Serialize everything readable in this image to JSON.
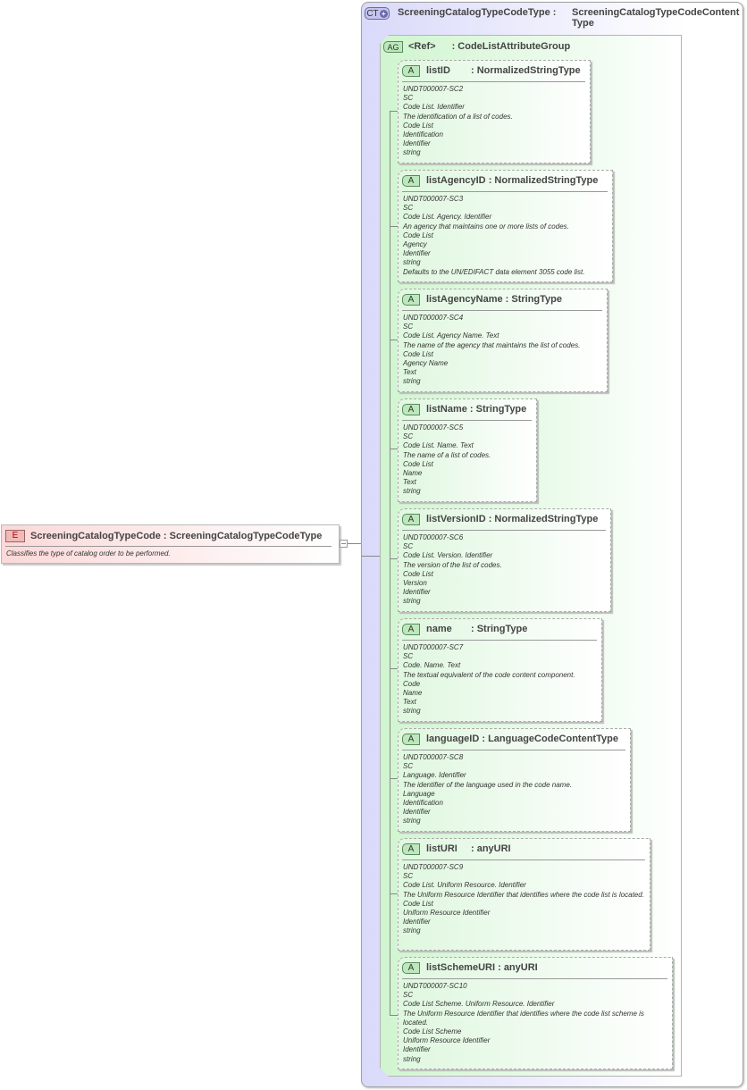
{
  "element": {
    "badge": "E",
    "name": "ScreeningCatalogTypeCode",
    "type": "ScreeningCatalogTypeCodeType",
    "title": "ScreeningCatalogTypeCode : ScreeningCatalogTypeCodeType",
    "description": "Classifies the type of catalog order to be performed."
  },
  "complex_type": {
    "badge": "CT",
    "name": "ScreeningCatalogTypeCodeType",
    "title_left": "ScreeningCatalogTypeCodeType :",
    "base_type_line1": "ScreeningCatalogTypeCodeContent",
    "base_type_line2": "Type"
  },
  "attribute_group": {
    "badge": "AG",
    "ref": "<Ref>",
    "type": ": CodeListAttributeGroup"
  },
  "attributes": [
    {
      "badge": "A",
      "name": "listID",
      "type": ": NormalizedStringType",
      "doc": [
        "UNDT000007-SC2",
        "SC",
        "Code List. Identifier",
        "The identification of a list of codes.",
        "Code List",
        "Identification",
        "Identifier",
        "string"
      ]
    },
    {
      "badge": "A",
      "name": "listAgencyID",
      "type": ": NormalizedStringType",
      "doc": [
        "UNDT000007-SC3",
        "SC",
        "Code List. Agency. Identifier",
        "An agency that maintains one or more lists of codes.",
        "Code List",
        "Agency",
        "Identifier",
        "string",
        "Defaults to the UN/EDIFACT data element 3055 code list."
      ]
    },
    {
      "badge": "A",
      "name": "listAgencyName",
      "type": ": StringType",
      "doc": [
        "UNDT000007-SC4",
        "SC",
        "Code List. Agency Name. Text",
        "The name of the agency that maintains the list of codes.",
        "Code List",
        "Agency Name",
        "Text",
        "string"
      ]
    },
    {
      "badge": "A",
      "name": "listName",
      "type": ": StringType",
      "doc": [
        "UNDT000007-SC5",
        "SC",
        "Code List. Name. Text",
        "The name of a list of codes.",
        "Code List",
        "Name",
        "Text",
        "string"
      ]
    },
    {
      "badge": "A",
      "name": "listVersionID",
      "type": ": NormalizedStringType",
      "doc": [
        "UNDT000007-SC6",
        "SC",
        "Code List. Version. Identifier",
        "The version of the list of codes.",
        "Code List",
        "Version",
        "Identifier",
        "string"
      ]
    },
    {
      "badge": "A",
      "name": "name",
      "type": ": StringType",
      "doc": [
        "UNDT000007-SC7",
        "SC",
        "Code. Name. Text",
        "The textual equivalent of the code content component.",
        "Code",
        "Name",
        "Text",
        "string"
      ]
    },
    {
      "badge": "A",
      "name": "languageID",
      "type": ": LanguageCodeContentType",
      "doc": [
        "UNDT000007-SC8",
        "SC",
        "Language. Identifier",
        "The identifier of the language used in the code name.",
        "Language",
        "Identification",
        "Identifier",
        "string"
      ]
    },
    {
      "badge": "A",
      "name": "listURI",
      "type": ": anyURI",
      "doc": [
        "UNDT000007-SC9",
        "SC",
        "Code List. Uniform Resource. Identifier",
        "The Uniform Resource Identifier that identifies where the code list is located.",
        "Code List",
        "Uniform Resource Identifier",
        "Identifier",
        "string"
      ]
    },
    {
      "badge": "A",
      "name": "listSchemeURI",
      "type": ": anyURI",
      "doc": [
        "UNDT000007-SC10",
        "SC",
        "Code List Scheme. Uniform Resource. Identifier",
        "The Uniform Resource Identifier that identifies where the code list scheme is located.",
        "Code List Scheme",
        "Uniform Resource Identifier",
        "Identifier",
        "string"
      ]
    }
  ],
  "colors": {
    "element_fill": "#fcd8d8",
    "complex_type_fill": "#d9d9fa",
    "attribute_group_fill": "#cff5cf",
    "attribute_fill": "#dff7df",
    "connector": "#888888"
  }
}
